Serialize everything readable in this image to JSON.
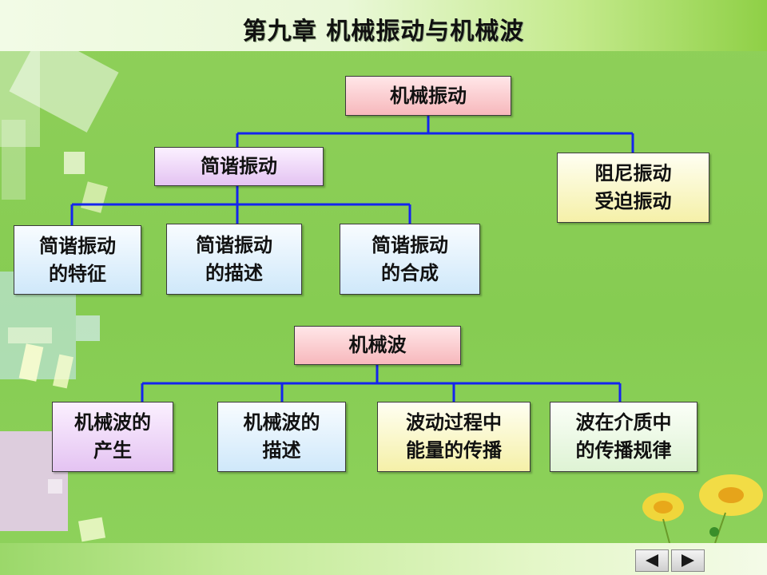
{
  "title": "第九章  机械振动与机械波",
  "colors": {
    "connector": "#1424ee",
    "box_border": "#3a3a3a"
  },
  "nodes": {
    "mech_vibration": "机械振动",
    "shm": "简谐振动",
    "damped_forced": "阻尼振动\n受迫振动",
    "shm_features": "简谐振动\n的特征",
    "shm_description": "简谐振动\n的描述",
    "shm_composition": "简谐振动\n的合成",
    "mech_wave": "机械波",
    "wave_generation": "机械波的\n产生",
    "wave_description": "机械波的\n描述",
    "wave_energy": "波动过程中\n能量的传播",
    "wave_propagation_law": "波在介质中\n的传播规律"
  },
  "nav": {
    "prev_icon": "triangle-left-icon",
    "next_icon": "triangle-right-icon"
  }
}
